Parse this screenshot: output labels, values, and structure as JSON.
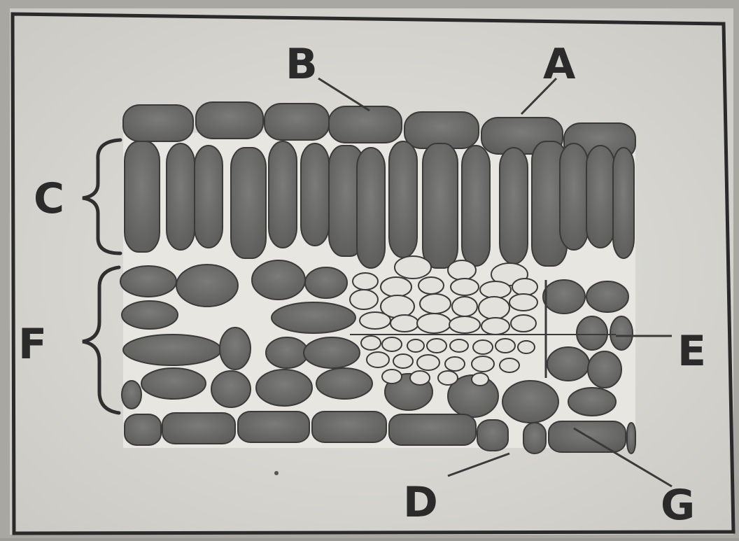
{
  "labels": {
    "A": "A",
    "B": "B",
    "C": "C",
    "D": "D",
    "E": "E",
    "F": "F",
    "G": "G"
  },
  "colors": {
    "background": "#9c9a95",
    "paper": "#deddd8",
    "frame": "#2a2a2a",
    "cell_fill": "#6f6f6d",
    "cell_stroke": "#3a3a3a",
    "vein_cell_fill": "#e3e1db",
    "label_text": "#2b2b2b"
  }
}
